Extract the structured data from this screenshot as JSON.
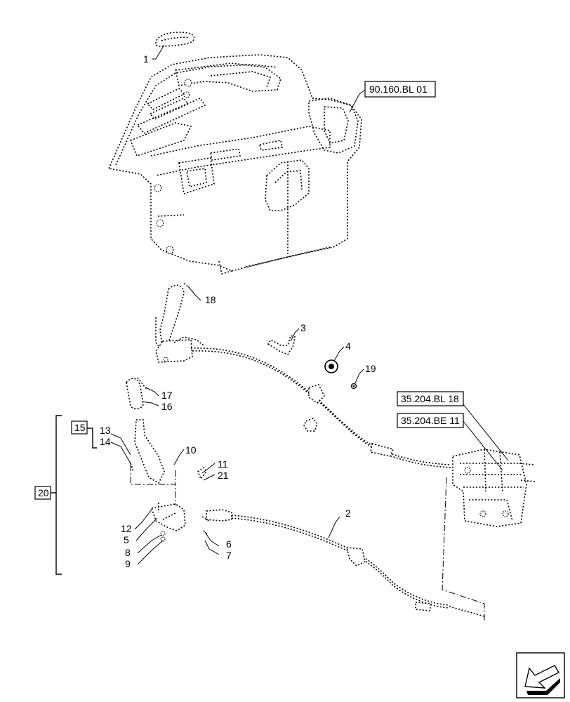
{
  "callouts": {
    "c1": "1",
    "c2": "2",
    "c3": "3",
    "c4": "4",
    "c5": "5",
    "c6": "6",
    "c7": "7",
    "c8": "8",
    "c9": "9",
    "c10": "10",
    "c11": "11",
    "c12": "12",
    "c13": "13",
    "c14": "14",
    "c16": "16",
    "c17": "17",
    "c18": "18",
    "c19": "19",
    "c21": "21"
  },
  "groups": {
    "g15": "15",
    "g20": "20"
  },
  "references": {
    "ref_90160": "90.160.BL 01",
    "ref_35204_bl": "35.204.BL 18",
    "ref_35204_be": "35.204.BE 11"
  },
  "corner_icon": "navigation-arrow-icon"
}
